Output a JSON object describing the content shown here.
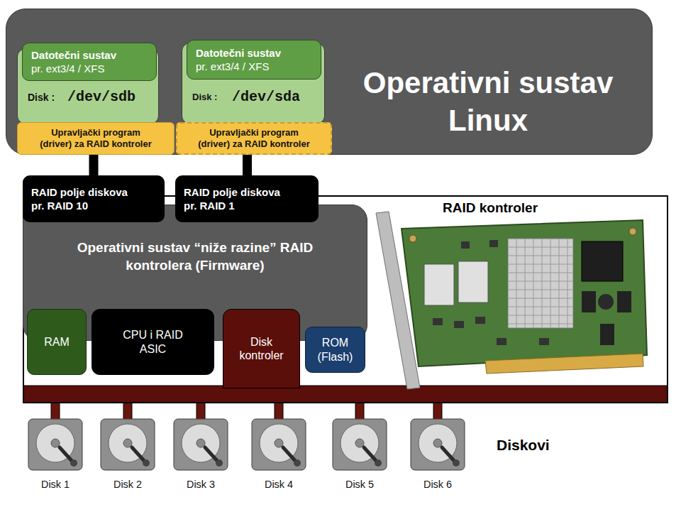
{
  "diagram": {
    "nodes": [
      {
        "text": [
          "Operativni sustav Linux"
        ]
      },
      {
        "text": [
          "Disk :",
          "/dev/sdb"
        ],
        "in": 0
      },
      {
        "text": [
          "Datotečni sustav",
          "pr. ext3/4 / XFS"
        ],
        "in": 1
      },
      {
        "text": [
          "Upravljački program (driver) za RAID kontroler"
        ],
        "in": 0
      },
      {
        "text": [
          "Disk :",
          "/dev/sda"
        ],
        "in": 0
      },
      {
        "text": [
          "Datotečni sustav",
          "pr. ext3/4 / XFS"
        ],
        "in": 4
      },
      {
        "text": [
          "Upravljački program (driver) za RAID kontroler"
        ],
        "in": 0
      },
      {
        "text": [
          "RAID polje diskova",
          "pr. RAID 10"
        ]
      },
      {
        "text": [
          "RAID polje diskova",
          "pr. RAID 1"
        ]
      },
      {
        "text": [
          "RAID kontroler"
        ]
      },
      {
        "text": [
          "Operativni sustav “niže razine” RAID kontrolera (Firmware)"
        ],
        "in": 9
      },
      {
        "text": [
          "RAM"
        ],
        "in": 9
      },
      {
        "text": [
          "CPU i RAID ASIC"
        ],
        "in": 9
      },
      {
        "text": [
          "Disk kontroler"
        ],
        "in": 9
      },
      {
        "text": [
          "ROM (Flash)"
        ],
        "in": 9
      },
      {
        "text": [
          "Disk 1"
        ]
      },
      {
        "text": [
          "Disk 2"
        ]
      },
      {
        "text": [
          "Disk 3"
        ]
      },
      {
        "text": [
          "Disk 4"
        ]
      },
      {
        "text": [
          "Disk 5"
        ]
      },
      {
        "text": [
          "Disk 6"
        ]
      }
    ],
    "edges": [
      {
        "from": 3,
        "to": 7,
        "arrow": "none"
      },
      {
        "from": 6,
        "to": 8,
        "arrow": "none"
      }
    ],
    "labels": [
      "Diskovi"
    ]
  }
}
